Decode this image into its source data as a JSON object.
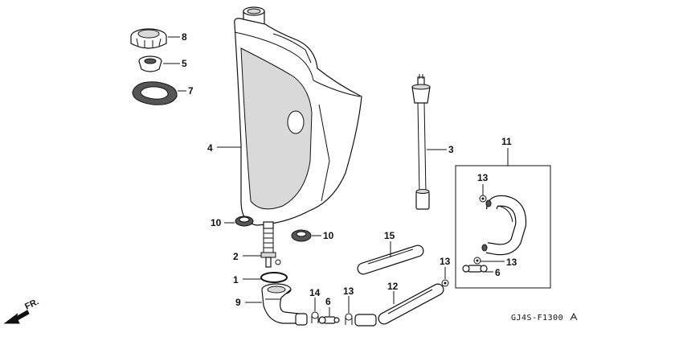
{
  "callouts": [
    {
      "id": "c8",
      "text": "8"
    },
    {
      "id": "c5",
      "text": "5"
    },
    {
      "id": "c7",
      "text": "7"
    },
    {
      "id": "c4",
      "text": "4"
    },
    {
      "id": "c3",
      "text": "3"
    },
    {
      "id": "c11",
      "text": "11"
    },
    {
      "id": "c13a",
      "text": "13"
    },
    {
      "id": "c10a",
      "text": "10"
    },
    {
      "id": "c10b",
      "text": "10"
    },
    {
      "id": "c15",
      "text": "15"
    },
    {
      "id": "c2",
      "text": "2"
    },
    {
      "id": "c13b",
      "text": "13"
    },
    {
      "id": "c13c",
      "text": "13"
    },
    {
      "id": "c1",
      "text": "1"
    },
    {
      "id": "c6a",
      "text": "6"
    },
    {
      "id": "c12",
      "text": "12"
    },
    {
      "id": "c14",
      "text": "14"
    },
    {
      "id": "c6b",
      "text": "6"
    },
    {
      "id": "c13d",
      "text": "13"
    },
    {
      "id": "c9",
      "text": "9"
    }
  ],
  "diagram_code": "GJ4S-F1300",
  "direction_label": "FR."
}
